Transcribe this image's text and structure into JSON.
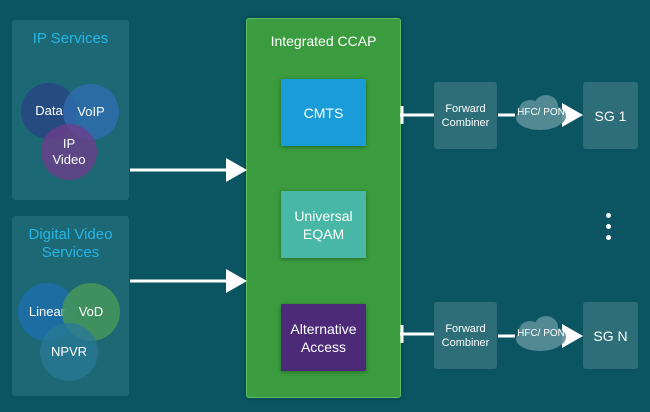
{
  "ip_services": {
    "title": "IP Services",
    "items": [
      "Data",
      "VoIP",
      "IP Video"
    ]
  },
  "video_services": {
    "title": "Digital Video Services",
    "items": [
      "Linear",
      "VoD",
      "NPVR"
    ]
  },
  "ccap": {
    "title": "Integrated CCAP",
    "blocks": [
      "CMTS",
      "Universal EQAM",
      "Alternative Access"
    ]
  },
  "outputs": [
    {
      "combiner": "Forward Combiner",
      "link": "HFC/ PON",
      "sg": "SG 1"
    },
    {
      "combiner": "Forward Combiner",
      "link": "HFC/ PON",
      "sg": "SG N"
    }
  ],
  "colors": {
    "background": "#0b5563",
    "title_blue": "#27b5e6",
    "ccap_green": "#3a9c3e",
    "cmts_blue": "#1a9cd8",
    "eqam_teal": "#48b7a5",
    "alt_purple": "#4c2a78"
  }
}
